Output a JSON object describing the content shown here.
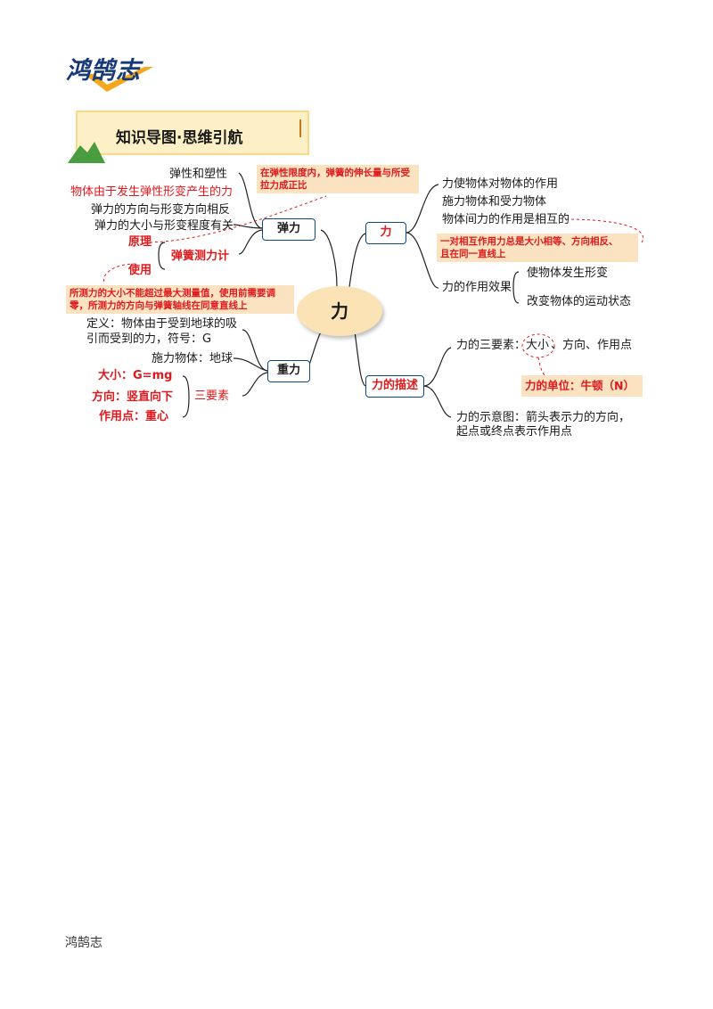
{
  "logo": {
    "text": "鸿鹄志"
  },
  "banner": {
    "title": "知识导图·思维引航"
  },
  "center": {
    "label": "力"
  },
  "elastic": {
    "label": "弹力",
    "items": [
      "弹性和塑性",
      "物体由于发生弹性形变产生的力",
      "弹力的方向与形变方向相反",
      "弹力的大小与形变程度有关"
    ],
    "principle": "原理",
    "use": "使用",
    "tool": "弹簧测力计",
    "note_top": "在弹性限度内，弹簧的伸长量与所受拉力成正比",
    "note_bottom": "所测力的大小不能超过最大测量值，使用前需要调零，所测力的方向与弹簧轴线在同意直线上"
  },
  "gravity": {
    "label": "重力",
    "definition": "定义：物体由于受到地球的吸引而受到的力，符号：G",
    "def_line1": "定义：物体由于受到地球的吸",
    "def_line2": "引而受到的力，符号：G",
    "applier": "施力物体：地球",
    "size": "大小：G=mg",
    "direction": "方向：竖直向下",
    "point": "作用点：重心",
    "three": "三要素"
  },
  "force": {
    "label": "力",
    "items": [
      "力使物体对物体的作用",
      "施力物体和受力物体",
      "物体间力的作用是相互的"
    ],
    "note": "一对相互作用力总是大小相等、方向相反、且在同一直线上",
    "note_line1": "一对相互作用力总是大小相等、方向相反、",
    "note_line2": "且在同一直线上",
    "effect": "力的作用效果",
    "effect_items": [
      "使物体发生形变",
      "改变物体的运动状态"
    ]
  },
  "describe": {
    "label": "力的描述",
    "three_prefix": "力的三要素：",
    "size": "大小",
    "rest": "、方向、作用点",
    "unit": "力的单位：牛顿（N）",
    "diagram_line1": "力的示意图：箭头表示力的方向，",
    "diagram_line2": "起点或终点表示作用点"
  },
  "footer": {
    "text": "鸿鹄志"
  },
  "colors": {
    "accent_red": "#e0191c",
    "node_blue": "#0a4a8a",
    "note_bg": "#fbe3c2"
  }
}
